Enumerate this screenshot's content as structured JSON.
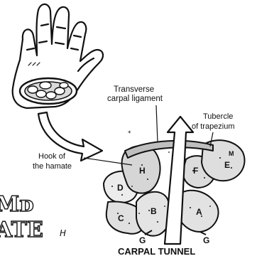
{
  "labels": {
    "transverse_line1": "Transverse",
    "transverse_line2": "carpal ligament",
    "tubercle_line1": "Tubercle",
    "tubercle_line2": "of trapezium",
    "hook_line1": "Hook of",
    "hook_line2": "the hamate",
    "carpal_tunnel": "CARPAL TUNNEL"
  },
  "bone_letters": {
    "D": "D",
    "H_hamate": "H",
    "F": "F",
    "E": "E",
    "C": "C",
    "B": "B",
    "A": "A",
    "M": "M",
    "G_left": "G",
    "G_right": "G"
  },
  "edge_text": {
    "upper": "Mᴅ",
    "lower": "ATE",
    "lower_suffix": "H"
  }
}
